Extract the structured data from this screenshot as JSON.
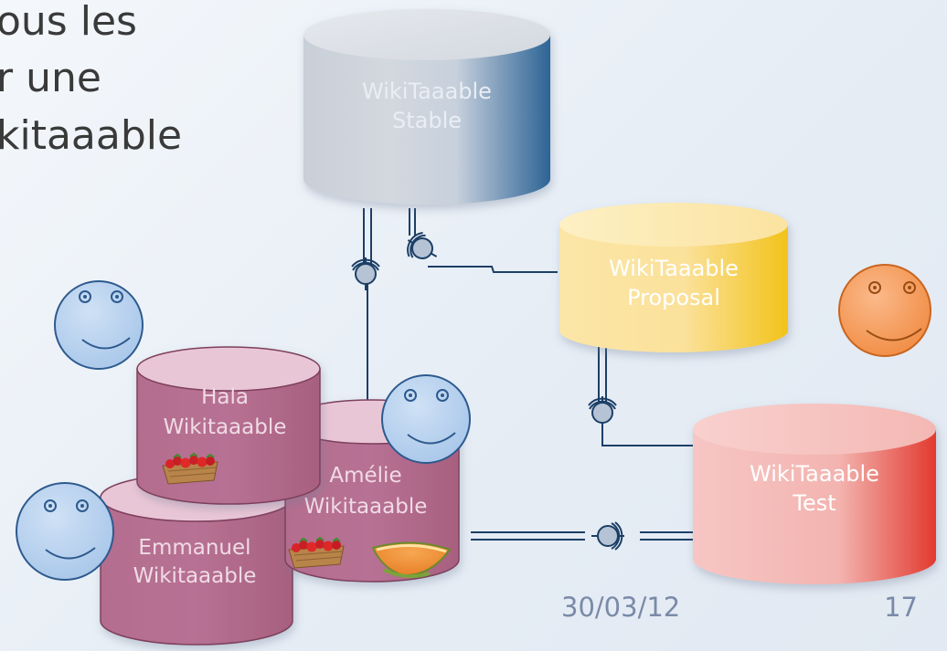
{
  "intro_text": {
    "line1": "ous les",
    "line2": "r une",
    "line3": "kitaaable"
  },
  "databases": {
    "stable": {
      "line1": "WikiTaaable",
      "line2": "Stable"
    },
    "proposal": {
      "line1": "WikiTaaable",
      "line2": "Proposal"
    },
    "test": {
      "line1": "WikiTaaable",
      "line2": "Test"
    },
    "hala": {
      "line1": "Hala",
      "line2": "Wikitaaable"
    },
    "amelie": {
      "line1": "Amélie",
      "line2": "Wikitaaable"
    },
    "emmanuel": {
      "line1": "Emmanuel",
      "line2": "Wikitaaable"
    }
  },
  "footer": {
    "date": "30/03/12",
    "page_number": "17"
  },
  "colors": {
    "stable": "#2d6496",
    "proposal": "#f2c31a",
    "test": "#e23a2f",
    "user_db": "#b56a8c",
    "smiley_blue": "#b9d3ef",
    "smiley_orange": "#f29a55",
    "connector": "#1c3f66"
  },
  "icons": [
    "smiley-face-icon",
    "strawberry-basket-icon",
    "melon-icon",
    "connector-plug-icon"
  ]
}
